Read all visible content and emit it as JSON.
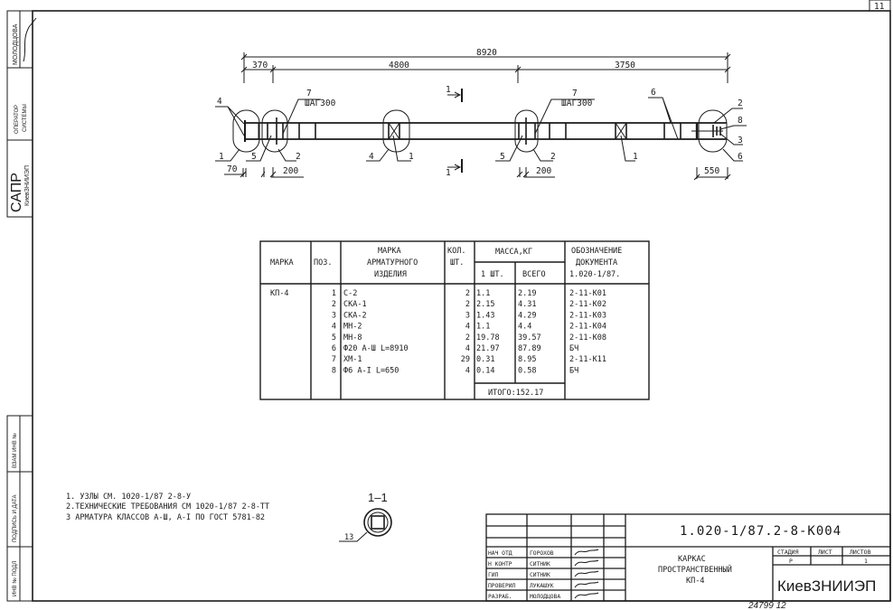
{
  "sheet_number": "11",
  "archive_number": "24799  12",
  "side_stamps": {
    "author": "МОЛОДЦОВА",
    "operator": [
      "ОПЕРАТОР",
      "СИСТЕМЫ"
    ],
    "sapr": "САПР",
    "sapr_org": "КиевЗНИИЭП",
    "vzam": "ВЗАМ ИНВ №",
    "podpis": "ПОДПИСЬ И ДАТА",
    "inv": "ИНВ № ПОДЛ"
  },
  "drawing": {
    "dim_total": "8920",
    "dim_left": "370",
    "dim_mid": "4800",
    "dim_right": "3750",
    "dim_70": "70",
    "dim_200a": "200",
    "dim_200b": "200",
    "dim_550": "550",
    "step_label_a": "ШАГ300",
    "step_label_b": "ШАГ300",
    "section_mark": "1",
    "callouts": {
      "c4a": "4",
      "c1a": "1",
      "c5a": "5",
      "c2a": "2",
      "c7a": "7",
      "c4b": "4",
      "c1b": "1",
      "c5b": "5",
      "c2b": "2",
      "c7b": "7",
      "c1c": "1",
      "c6a": "6",
      "c2c": "2",
      "c8": "8",
      "c3": "3",
      "c6b": "6"
    }
  },
  "section": {
    "title": "1–1",
    "callout": "13"
  },
  "notes": [
    "1. УЗЛЫ СМ. 1020-1/87 2-8-У",
    "2.ТЕХНИЧЕСКИЕ ТРЕБОВАНИЯ СМ  1020-1/87 2-8-ТТ",
    "3 АРМАТУРА КЛАССОВ А-Ш, А-I ПО ГОСТ 5781-82"
  ],
  "spec": {
    "headers": {
      "marka": "МАРКА",
      "pos": "ПОЗ.",
      "izd1": "МАРКА",
      "izd2": "АРМАТУРНОГО",
      "izd3": "ИЗДЕЛИЯ",
      "kol1": "КОЛ.",
      "kol2": "ШТ.",
      "mass": "МАССА,КГ",
      "mass1": "1 ШТ.",
      "mass_all": "ВСЕГО",
      "doc1": "ОБОЗНАЧЕНИЕ",
      "doc2": "ДОКУМЕНТА",
      "doc3": "1.020-1/87."
    },
    "marka": "КП-4",
    "rows": [
      {
        "pos": "1",
        "item": "С-2",
        "qty": "2",
        "m1": "1.1",
        "mall": "2.19",
        "doc": "2-11-К01"
      },
      {
        "pos": "2",
        "item": "СКА-1",
        "qty": "2",
        "m1": "2.15",
        "mall": "4.31",
        "doc": "2-11-К02"
      },
      {
        "pos": "3",
        "item": "СКА-2",
        "qty": "3",
        "m1": "1.43",
        "mall": "4.29",
        "doc": "2-11-К03"
      },
      {
        "pos": "4",
        "item": "МН-2",
        "qty": "4",
        "m1": "1.1",
        "mall": "4.4",
        "doc": "2-11-К04"
      },
      {
        "pos": "5",
        "item": "МН-8",
        "qty": "2",
        "m1": "19.78",
        "mall": "39.57",
        "doc": "2-11-К08"
      },
      {
        "pos": "6",
        "item": "Ф20 А-Ш L=8910",
        "qty": "4",
        "m1": "21.97",
        "mall": "87.89",
        "doc": "БЧ"
      },
      {
        "pos": "7",
        "item": "ХМ-1",
        "qty": "29",
        "m1": "0.31",
        "mall": "8.95",
        "doc": "2-11-К11"
      },
      {
        "pos": "8",
        "item": "Ф6 А-I L=650",
        "qty": "4",
        "m1": "0.14",
        "mall": "0.58",
        "doc": "БЧ"
      }
    ],
    "total": "ИТОГО:152.17"
  },
  "title_block": {
    "designation": "1.020-1/87.2-8-К004",
    "name": [
      "КАРКАС",
      "ПРОСТРАНСТВЕННЫЙ",
      "КП-4"
    ],
    "stage_label": "СТАДИЯ",
    "sheet_label": "ЛИСТ",
    "sheets_label": "ЛИСТОВ",
    "stage": "Р",
    "sheet": "",
    "sheets": "1",
    "org": "КиевЗНИИЭП",
    "people": [
      {
        "role": "НАЧ ОТД",
        "name": "ГОРОХОВ"
      },
      {
        "role": "Н КОНТР",
        "name": "СИТНИК"
      },
      {
        "role": "ГИП",
        "name": "СИТНИК"
      },
      {
        "role": "ПРОВЕРИЛ",
        "name": "ЛУКАШУК"
      },
      {
        "role": "РАЗРАБ.",
        "name": "МОЛОДЦОВА"
      }
    ]
  }
}
